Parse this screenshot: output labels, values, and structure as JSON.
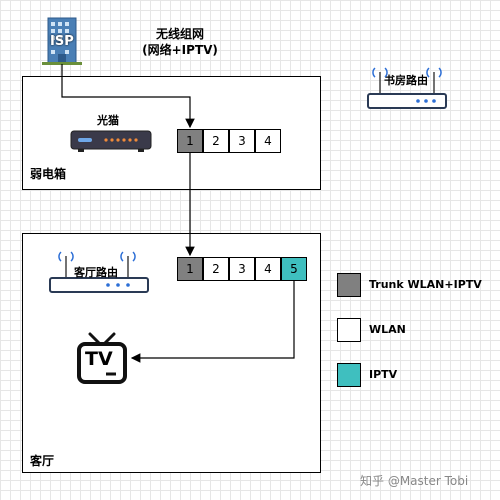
{
  "title_line1": "无线组网",
  "title_line2": "(网络+IPTV)",
  "isp_label": "ISP",
  "weak_box": {
    "label": "弱电箱",
    "modem_label": "光猫",
    "ports": [
      "1",
      "2",
      "3",
      "4"
    ]
  },
  "living_box": {
    "label": "客厅",
    "router_label": "客厅路由",
    "ports": [
      "1",
      "2",
      "3",
      "4",
      "5"
    ],
    "tv_label": "TV"
  },
  "study_router_label": "书房路由",
  "legend": [
    {
      "label": "Trunk WLAN+IPTV",
      "color": "#808080"
    },
    {
      "label": "WLAN",
      "color": "#ffffff"
    },
    {
      "label": "IPTV",
      "color": "#3fbfbf"
    }
  ],
  "watermark": "知乎 @Master Tobi"
}
